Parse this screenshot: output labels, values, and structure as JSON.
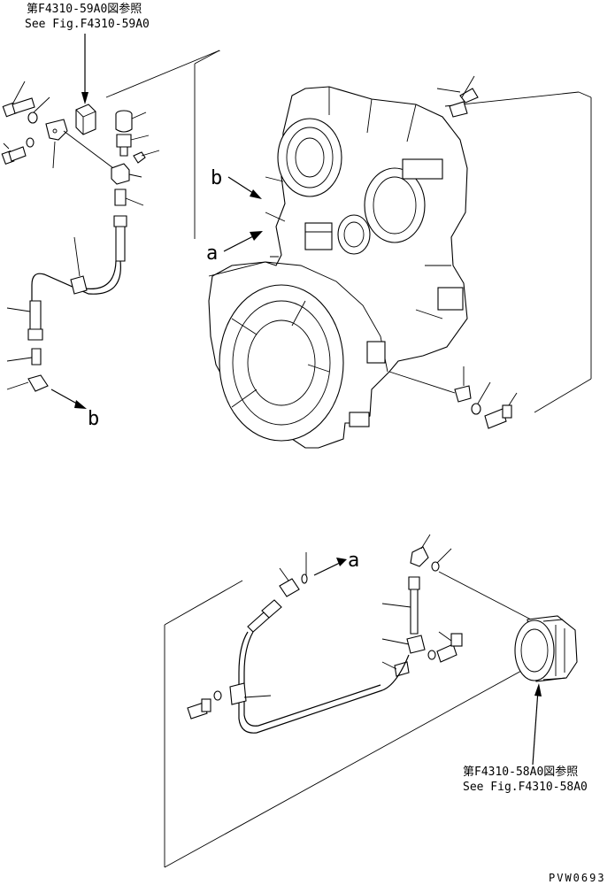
{
  "references": {
    "top_ref_jp": "第F4310-59A0図参照",
    "top_ref_en": "See Fig.F4310-59A0",
    "bottom_ref_jp": "第F4310-58A0図参照",
    "bottom_ref_en": "See Fig.F4310-58A0"
  },
  "connection_labels": {
    "a_upper": "a",
    "b_upper": "b",
    "b_lower": "b",
    "a_lower": "a"
  },
  "drawing_code": "PVW0693"
}
